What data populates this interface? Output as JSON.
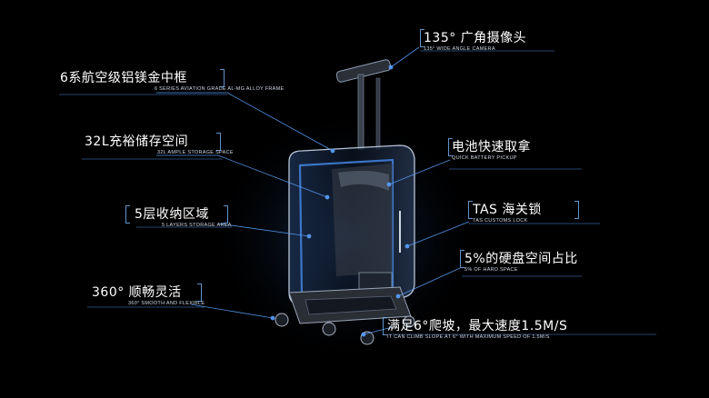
{
  "features": [
    {
      "id": "camera",
      "cn": "135° 广角摄像头",
      "en": "135° WIDE ANGLE CAMERA"
    },
    {
      "id": "frame",
      "cn": "6系航空级铝镁金中框",
      "en": "6 SERIES AVIATION GRADE AL-MG ALLOY FRAME"
    },
    {
      "id": "storage",
      "cn": "32L充裕储存空间",
      "en": "32L AMPLE STORAGE SPACE"
    },
    {
      "id": "battery",
      "cn": "电池快速取拿",
      "en": "QUICK BATTERY PICKUP"
    },
    {
      "id": "layers",
      "cn": "5层收纳区域",
      "en": "5 LAYERS STORAGE AREA"
    },
    {
      "id": "tas",
      "cn": "TAS 海关锁",
      "en": "TAS CUSTOMS LOCK"
    },
    {
      "id": "harddisk",
      "cn": "5%的硬盘空间占比",
      "en": "5% OF HARD SPACE"
    },
    {
      "id": "wheels",
      "cn": "360° 顺畅灵活",
      "en": "360° SMOOTH AND FLEXIBLE"
    },
    {
      "id": "climb",
      "cn": "满足6°爬坡，最大速度1.5M/S",
      "en": "IT CAN CLIMB SLOPE AT 6° WITH MAXIMUM SPEED OF 1.5M/S"
    }
  ],
  "colors": {
    "accent": "#4da3ff",
    "background": "#000000",
    "text": "#ffffff"
  }
}
